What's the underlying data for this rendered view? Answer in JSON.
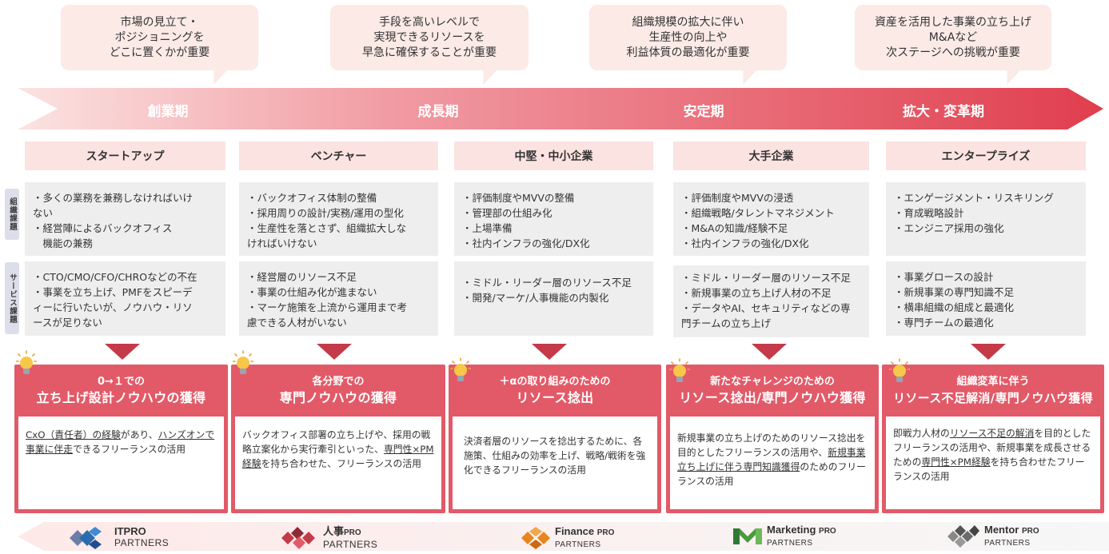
{
  "bubbles": [
    {
      "text": "市場の見立て・\nポジショニングを\nどこに置くかが重要"
    },
    {
      "text": "手段を高いレベルで\n実現できるリソースを\n早急に確保することが重要"
    },
    {
      "text": "組織規模の拡大に伴い\n生産性の向上や\n利益体質の最適化が重要"
    },
    {
      "text": "資産を活用した事業の立ち上げ\nM&Aなど\n次ステージへの挑戦が重要"
    }
  ],
  "phases": [
    "創業期",
    "成長期",
    "安定期",
    "拡大・変革期"
  ],
  "side_labels": {
    "org": "組織課題",
    "service": "サービス課題"
  },
  "stages": [
    {
      "name": "スタートアップ",
      "org_issues": "・多くの業務を兼務しなければいけ\nない\n・経営陣によるバックオフィス\n　機能の兼務",
      "service_issues": "・CTO/CMO/CFO/CHROなどの不在\n・事業を立ち上げ、PMFをスピーデ\nィーに行いたいが、ノウハウ・リソ\nースが足りない",
      "card_line1": "0→１での",
      "card_line2": "立ち上げ設計ノウハウの獲得",
      "card_body": [
        "",
        "CxO（責任者）の経験",
        "があり、",
        "ハンズオンで事業に伴走",
        "できるフリーランスの活用"
      ]
    },
    {
      "name": "ベンチャー",
      "org_issues": "・バックオフィス体制の整備\n・採用周りの設計/実務/運用の型化\n・生産性を落とさず、組織拡大しな\nければいけない",
      "service_issues": "・経営層のリソース不足\n・事業の仕組み化が進まない\n・マーケ施策を上流から運用まで考\n慮できる人材がいない",
      "card_line1": "各分野での",
      "card_line2": "専門ノウハウの獲得",
      "card_body": [
        "バックオフィス部署の立ち上げや、採用の戦略立案化から実行牽引といった、",
        "専門性×PM経験",
        "を持ち合わせた、フリーランスの活用",
        "",
        ""
      ]
    },
    {
      "name": "中堅・中小企業",
      "org_issues": "・評価制度やMVVの整備\n・管理部の仕組み化\n・上場準備\n・社内インフラの強化/DX化",
      "service_issues": "・ミドル・リーダー層のリソース不足\n・開発/マーケ/人事機能の内製化",
      "card_line1": "＋αの取り組みのための",
      "card_line2": "リソース捻出",
      "card_body": [
        "決済者層のリソースを捻出するために、各施策、仕組みの効率を上げ、戦略/戦術を強化できるフリーランスの活用",
        "",
        "",
        "",
        ""
      ]
    },
    {
      "name": "大手企業",
      "org_issues": "・評価制度やMVVの浸透\n・組織戦略/タレントマネジメント\n・M&Aの知識/経験不足\n・社内インフラの強化/DX化",
      "service_issues": "・ミドル・リーダー層のリソース不足\n・新規事業の立ち上げ人材の不足\n・データやAI、セキュリティなどの専\n門チームの立ち上げ",
      "card_line1": "新たなチャレンジのための",
      "card_line2": "リソース捻出/専門ノウハウ獲得",
      "card_body": [
        "新規事業の立ち上げのためのリソース捻出を目的としたフリーランスの活用や、",
        "新規事業立ち上げに伴う専門知識獲得",
        "のためのフリーランスの活用",
        "",
        ""
      ]
    },
    {
      "name": "エンタープライズ",
      "org_issues": "・エンゲージメント・リスキリング\n・育成戦略設計\n・エンジニア採用の強化",
      "service_issues": "・事業グロースの設計\n・新規事業の専門知識不足\n・横串組織の組成と最適化\n・専門チームの最適化",
      "card_line1": "組織変革に伴う",
      "card_line2": "リソース不足解消/専門ノウハウ獲得",
      "card_body": [
        "即戦力人材の",
        "リソース不足の解消",
        "を目的としたフリーランスの活用や、新規事業を成長させるための",
        "専門性×PM経験",
        "を持ち合わせたフリーランスの活用"
      ]
    }
  ],
  "logos": [
    {
      "main": "ITPRO",
      "sub": "PARTNERS",
      "color": "#2b6cb0"
    },
    {
      "main": "人事",
      "main_suffix": "PRO",
      "sub": "PARTNERS",
      "color": "#c43a48"
    },
    {
      "main": "Finance",
      "main_suffix": "PRO",
      "sub": "PARTNERS",
      "color": "#e8851f"
    },
    {
      "main": "Marketing",
      "main_suffix": "PRO",
      "sub": "PARTNERS",
      "color": "#4a9b3c"
    },
    {
      "main": "Mentor",
      "main_suffix": "PRO",
      "sub": "PARTNERS",
      "color": "#6b6b6b"
    }
  ],
  "colors": {
    "accent": "#e25a68",
    "arrow_dark": "#e03e4e",
    "bubble_bg": "#fbeae6",
    "stage_bg": "#fbe3e1",
    "issue_bg": "#eeeeee"
  }
}
